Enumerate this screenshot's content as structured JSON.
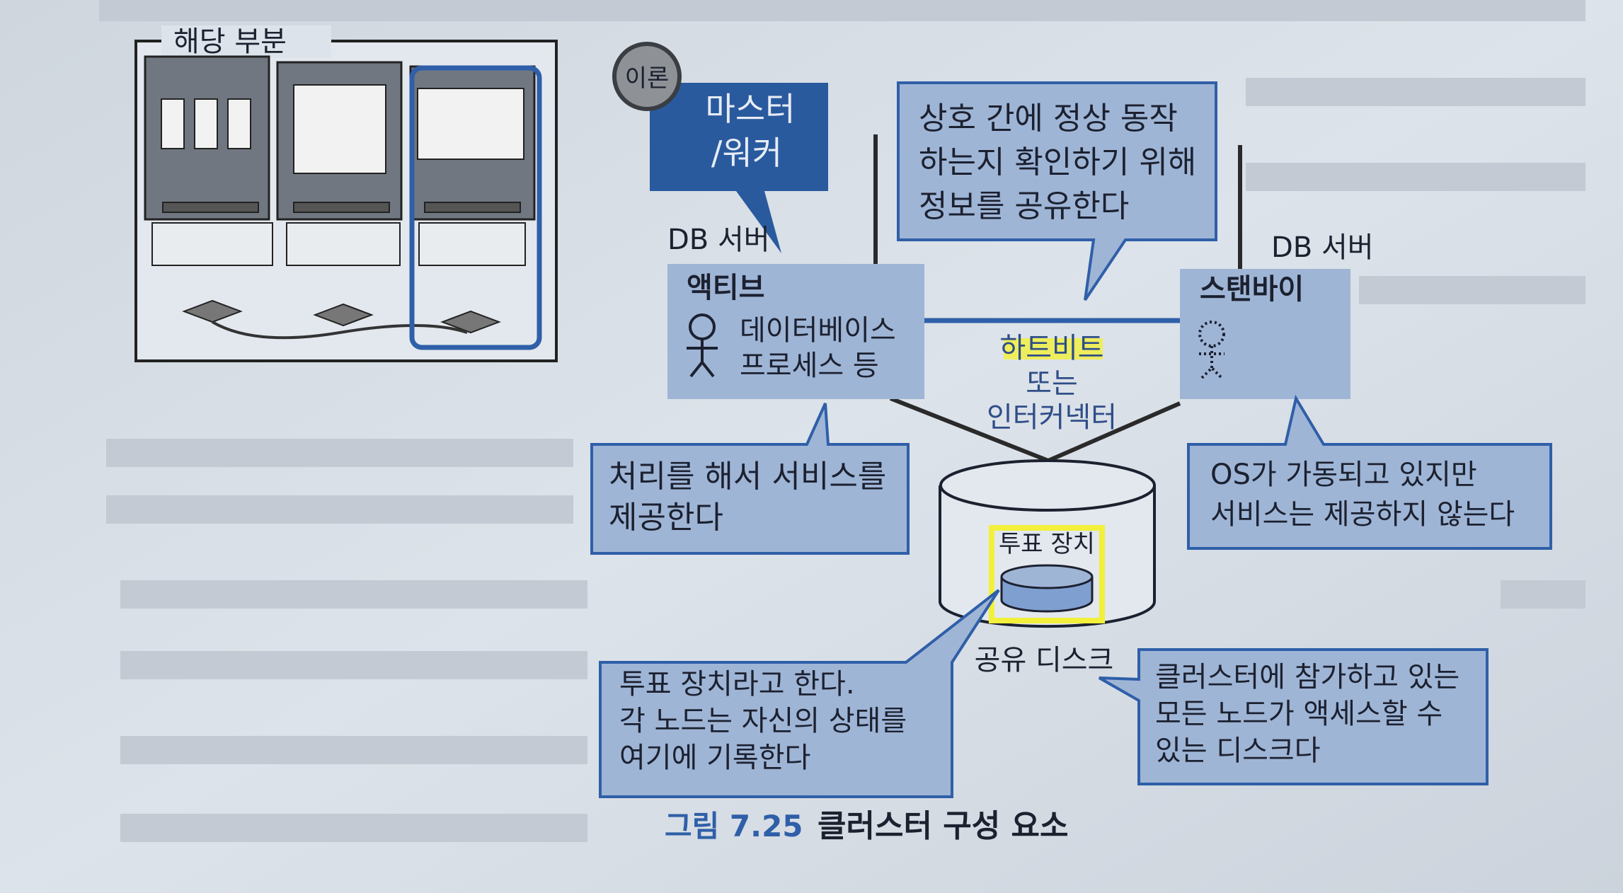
{
  "thumbnail": {
    "label": "해당 부분"
  },
  "badge": {
    "label": "이론"
  },
  "master_callout": {
    "lines": [
      "마스터",
      "/워커"
    ]
  },
  "heartbeat_callout": {
    "lines": [
      "상호 간에 정상 동작",
      "하는지 확인하기 위해",
      "정보를 공유한다"
    ]
  },
  "active_node": {
    "server_label": "DB 서버",
    "title": "액티브",
    "lines": [
      "데이터베이스",
      "프로세스 등"
    ]
  },
  "standby_node": {
    "server_label": "DB 서버",
    "title": "스탠바이"
  },
  "link": {
    "lines": [
      "하트비트",
      "또는",
      "인터커넥터"
    ]
  },
  "active_callout": {
    "lines": [
      "처리를 해서 서비스를",
      "제공한다"
    ]
  },
  "standby_callout": {
    "lines": [
      "OS가 가동되고 있지만",
      "서비스는 제공하지 않는다"
    ]
  },
  "disk": {
    "quorum_label": "투표 장치",
    "label": "공유 디스크"
  },
  "quorum_callout": {
    "lines": [
      "투표 장치라고 한다.",
      "각 노드는 자신의 상태를",
      "여기에 기록한다"
    ]
  },
  "disk_callout": {
    "lines": [
      "클러스터에 참가하고 있는",
      "모든 노드가 액세스할 수",
      "있는 디스크다"
    ]
  },
  "caption": {
    "number": "그림 7.25",
    "title": "클러스터 구성 요소"
  },
  "colors": {
    "paper": "#d9dfe6",
    "box": "#9fb5d6",
    "dark": "#2a5a9e",
    "border": "#2f5fa8",
    "highlight": "#f2f03a"
  }
}
